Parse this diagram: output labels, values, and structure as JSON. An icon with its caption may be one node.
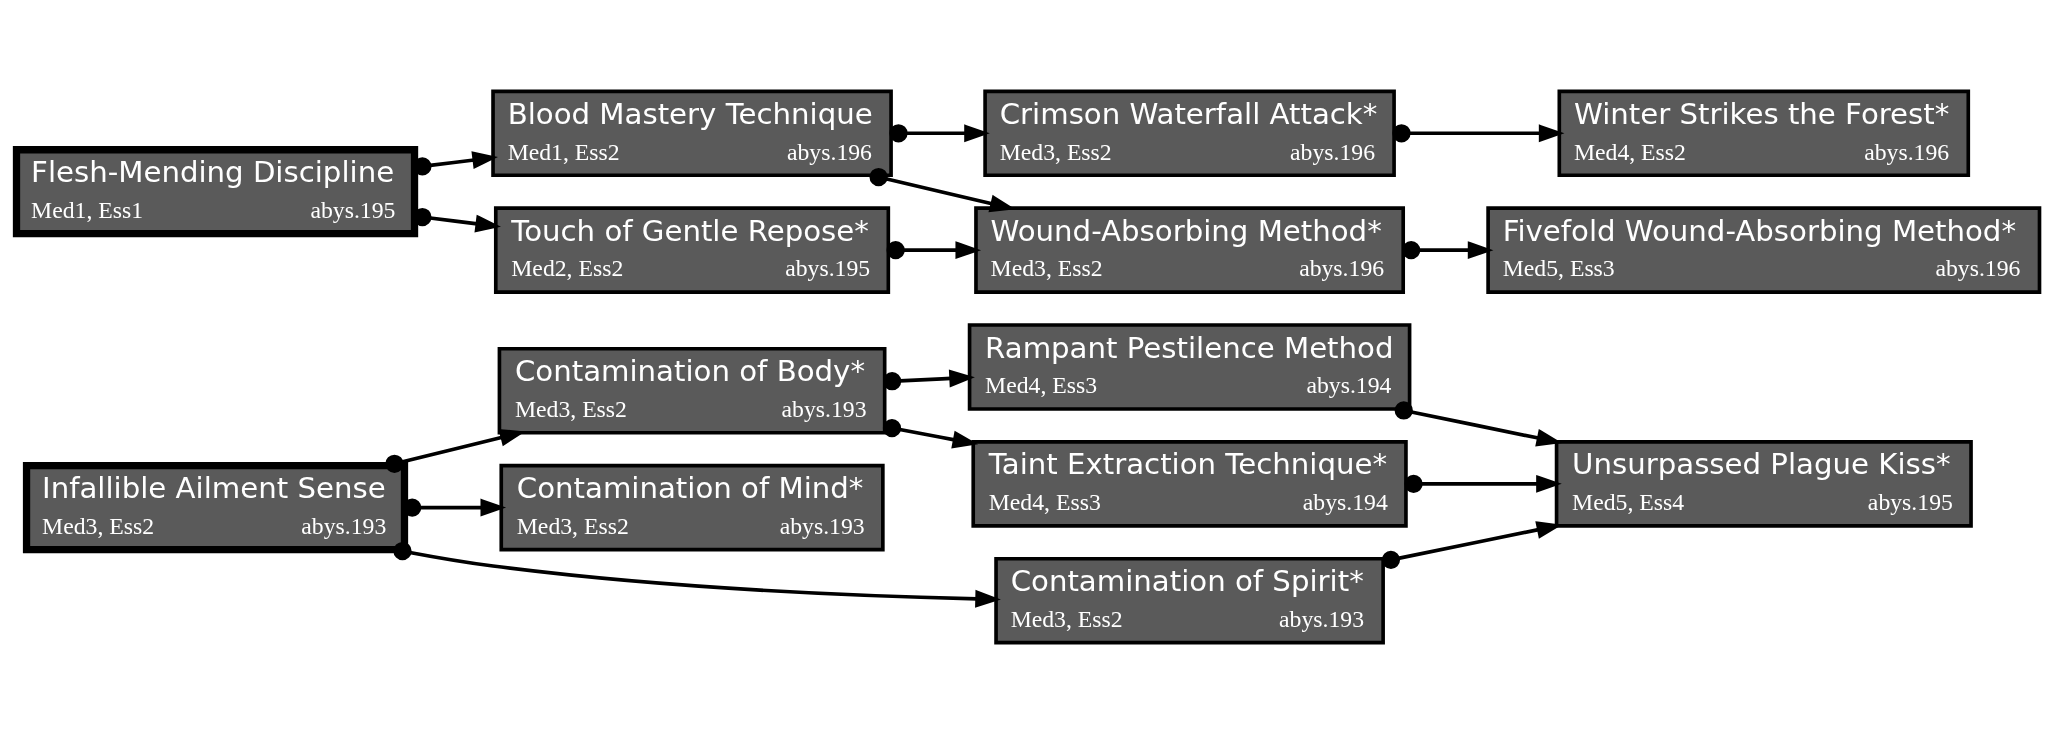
{
  "diagram": {
    "nodes": [
      {
        "text": [
          "Infallible Ailment Sense",
          "Med3, Ess2",
          "abys.193"
        ]
      },
      {
        "text": [
          "Contamination of Body*",
          "Med3, Ess2",
          "abys.193"
        ]
      },
      {
        "text": [
          "Contamination of Mind*",
          "Med3, Ess2",
          "abys.193"
        ]
      },
      {
        "text": [
          "Rampant Pestilence Method",
          "Med4, Ess3",
          "abys.194"
        ]
      },
      {
        "text": [
          "Taint Extraction Technique*",
          "Med4, Ess3",
          "abys.194"
        ]
      },
      {
        "text": [
          "Contamination of Spirit*",
          "Med3, Ess2",
          "abys.193"
        ]
      },
      {
        "text": [
          "Unsurpassed Plague Kiss*",
          "Med5, Ess4",
          "abys.195"
        ]
      },
      {
        "text": [
          "Flesh-Mending Discipline",
          "Med1, Ess1",
          "abys.195"
        ]
      },
      {
        "text": [
          "Blood Mastery Technique",
          "Med1, Ess2",
          "abys.196"
        ]
      },
      {
        "text": [
          "Touch of Gentle Repose*",
          "Med2, Ess2",
          "abys.195"
        ]
      },
      {
        "text": [
          "Crimson Waterfall Attack*",
          "Med3, Ess2",
          "abys.196"
        ]
      },
      {
        "text": [
          "Wound-Absorbing Method*",
          "Med3, Ess2",
          "abys.196"
        ]
      },
      {
        "text": [
          "Winter Strikes the Forest*",
          "Med4, Ess2",
          "abys.196"
        ]
      },
      {
        "text": [
          "Fivefold Wound-Absorbing Method*",
          "Med5, Ess3",
          "abys.196"
        ]
      }
    ],
    "edges": [
      {
        "from": 0,
        "to": 1,
        "arrow": "to"
      },
      {
        "from": 0,
        "to": 2,
        "arrow": "to"
      },
      {
        "from": 0,
        "to": 5,
        "arrow": "to"
      },
      {
        "from": 1,
        "to": 3,
        "arrow": "to"
      },
      {
        "from": 1,
        "to": 4,
        "arrow": "to"
      },
      {
        "from": 3,
        "to": 6,
        "arrow": "to"
      },
      {
        "from": 4,
        "to": 6,
        "arrow": "to"
      },
      {
        "from": 5,
        "to": 6,
        "arrow": "to"
      },
      {
        "from": 7,
        "to": 8,
        "arrow": "to"
      },
      {
        "from": 7,
        "to": 9,
        "arrow": "to"
      },
      {
        "from": 8,
        "to": 10,
        "arrow": "to"
      },
      {
        "from": 8,
        "to": 11,
        "arrow": "to"
      },
      {
        "from": 9,
        "to": 11,
        "arrow": "to"
      },
      {
        "from": 10,
        "to": 12,
        "arrow": "to"
      },
      {
        "from": 11,
        "to": 13,
        "arrow": "to"
      }
    ]
  }
}
